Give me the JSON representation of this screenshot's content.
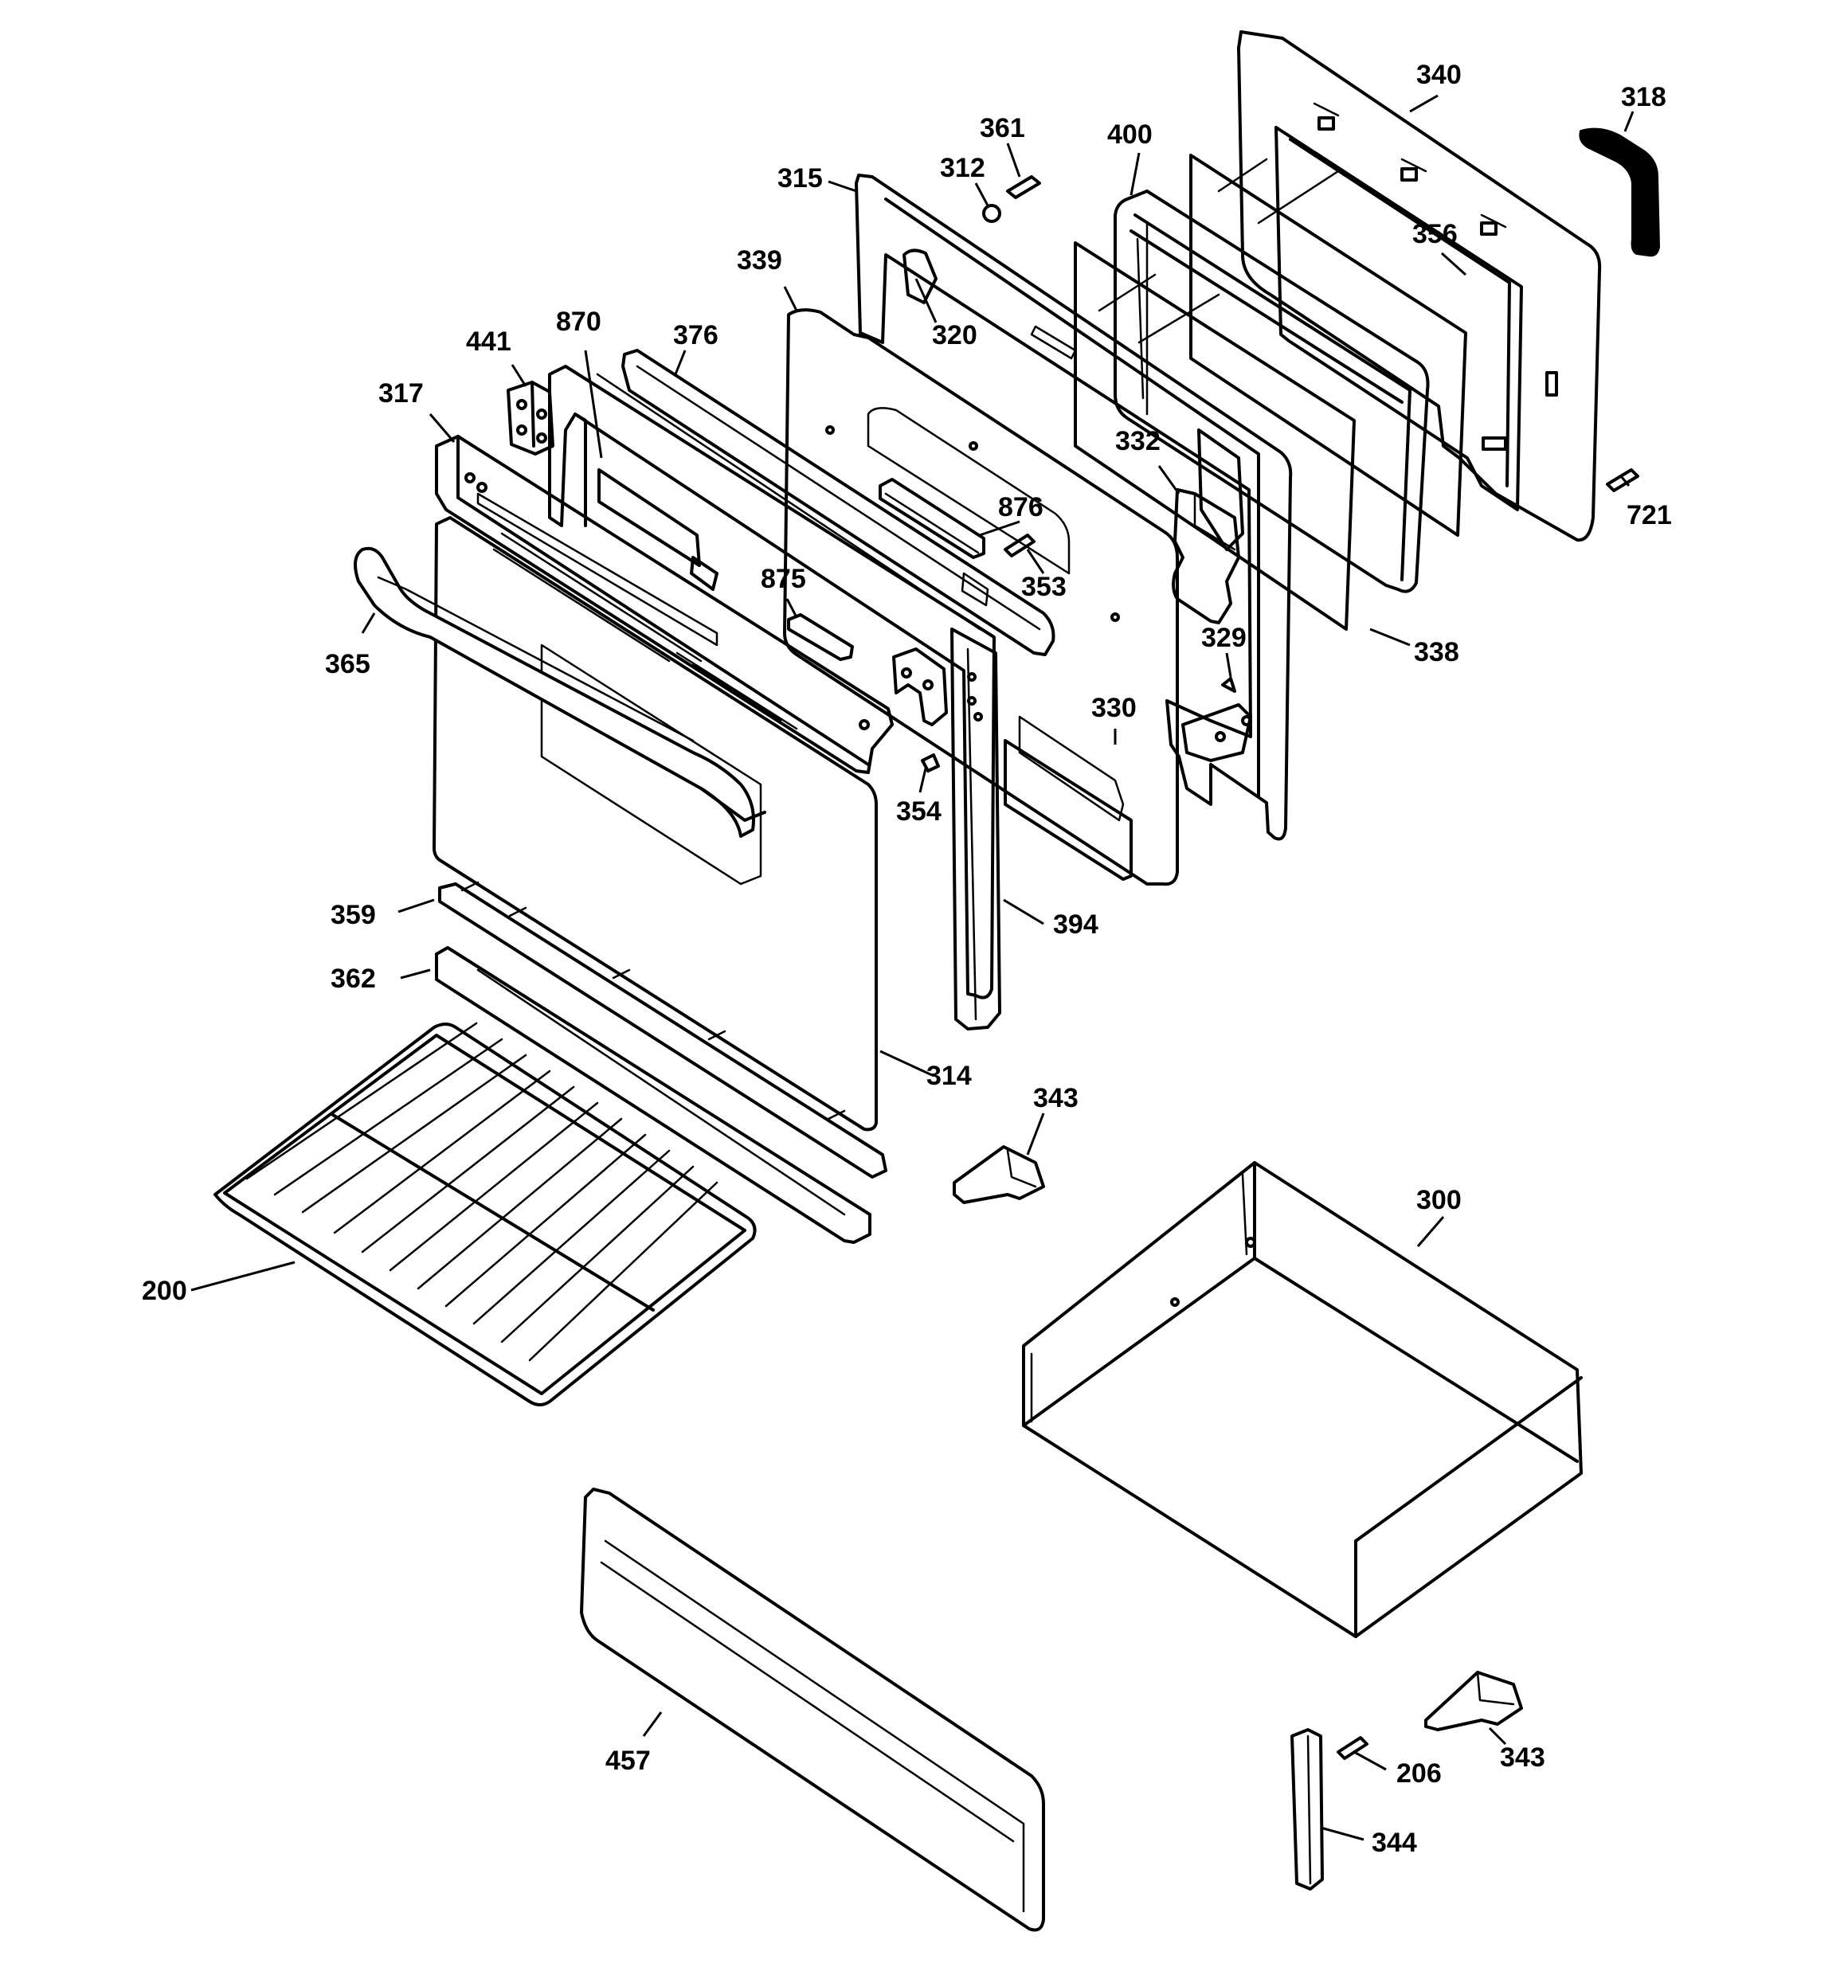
{
  "diagram": {
    "type": "exploded-parts",
    "colors": {
      "line": "#000000",
      "background": "#ffffff"
    }
  },
  "callouts": {
    "c340": "340",
    "c318": "318",
    "c361": "361",
    "c400": "400",
    "c312": "312",
    "c315": "315",
    "c356": "356",
    "c339": "339",
    "c320": "320",
    "c441": "441",
    "c870": "870",
    "c376": "376",
    "c317": "317",
    "c332": "332",
    "c721": "721",
    "c876": "876",
    "c353": "353",
    "c338": "338",
    "c875": "875",
    "c329": "329",
    "c365": "365",
    "c330": "330",
    "c354": "354",
    "c359": "359",
    "c394": "394",
    "c362": "362",
    "c314": "314",
    "c343a": "343",
    "c300": "300",
    "c200": "200",
    "c457": "457",
    "c206": "206",
    "c343b": "343",
    "c344": "344"
  }
}
